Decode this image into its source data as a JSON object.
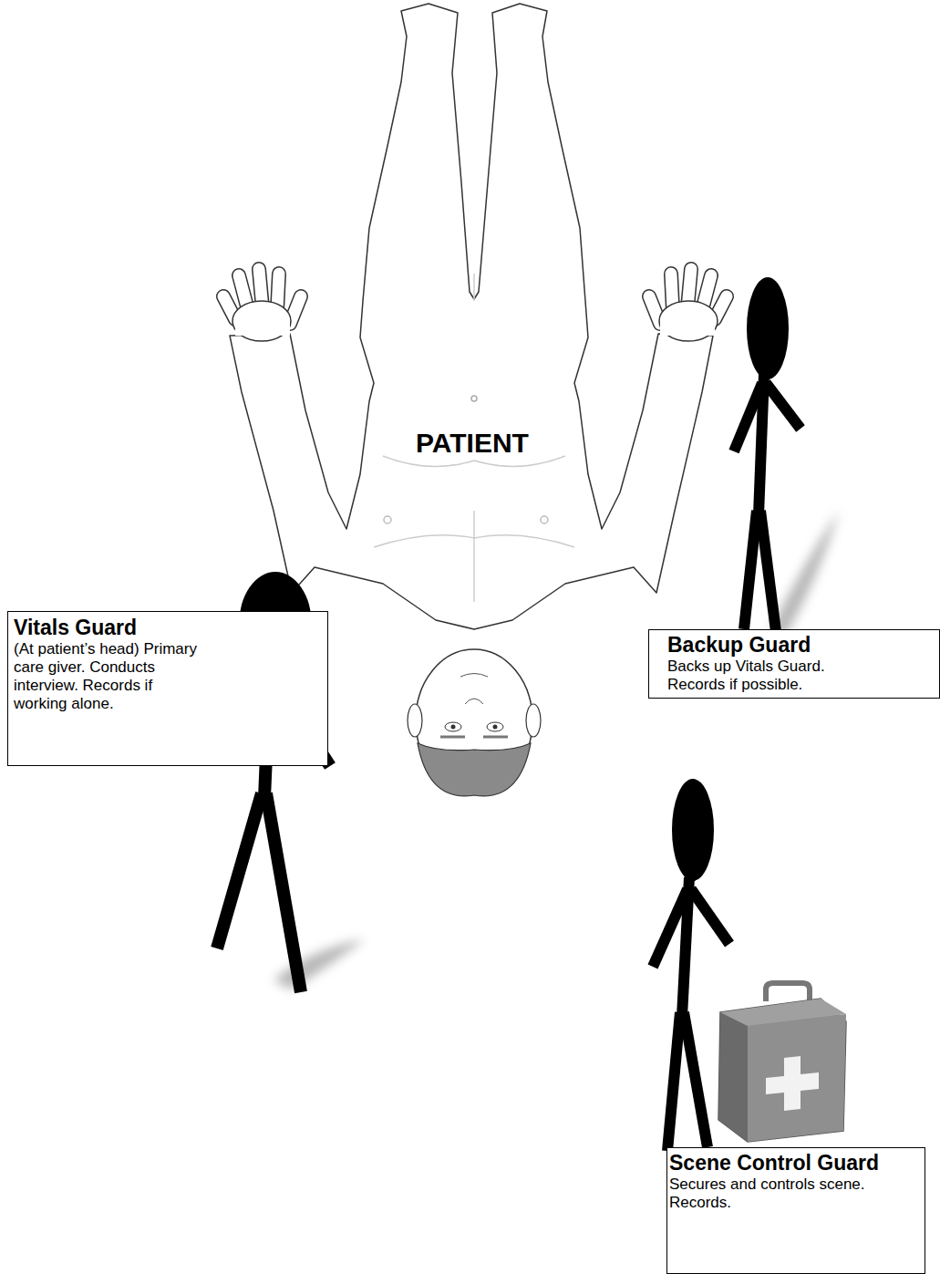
{
  "diagram": {
    "nodes": [
      {
        "text": [
          "Vitals Guard",
          "(At patient’s head) Primary care giver. Conducts interview. Records if working alone."
        ]
      },
      {
        "text": [
          "Backup Guard",
          "Backs up Vitals Guard. Records if possible."
        ]
      },
      {
        "text": [
          "Scene Control Guard",
          "Secures and controls scene. Records."
        ]
      }
    ],
    "labels": [
      "PATIENT"
    ]
  }
}
